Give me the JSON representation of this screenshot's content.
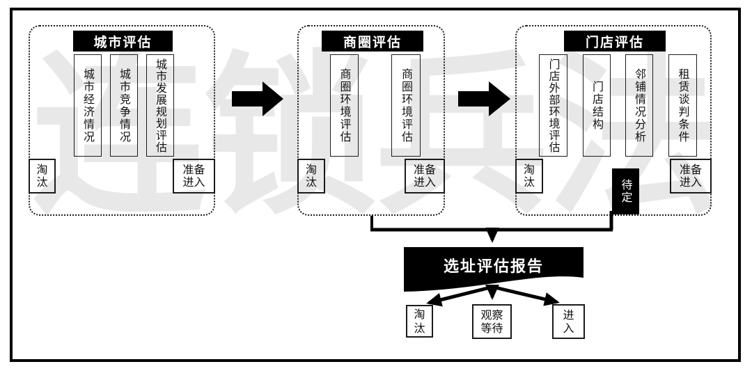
{
  "watermark": "连锁兵法",
  "colors": {
    "shape_fill": "#000000",
    "line": "#000000",
    "watermark": "#e8e8e8",
    "box_border": "#1a1a1a",
    "background": "#ffffff"
  },
  "panels": [
    {
      "title": "城市评估",
      "factors": [
        "城市经济情况",
        "城市竞争情况",
        "城市发展规划评估"
      ],
      "reject": "淘\n汰",
      "enter": "准备\n进入"
    },
    {
      "title": "商圈评估",
      "factors": [
        "商圈环境评估",
        "商圈环境评估"
      ],
      "reject": "淘\n汰",
      "enter": "准备\n进入"
    },
    {
      "title": "门店评估",
      "factors": [
        "门店外部环境评估",
        "门店结构",
        "邻铺情况分析",
        "租赁谈判条件"
      ],
      "reject": "淘\n汰",
      "pending": "待定",
      "enter": "准备\n进入"
    }
  ],
  "report": {
    "title": "选址评估报告"
  },
  "decisions": [
    "淘\n汰",
    "观察\n等待",
    "进\n入"
  ]
}
